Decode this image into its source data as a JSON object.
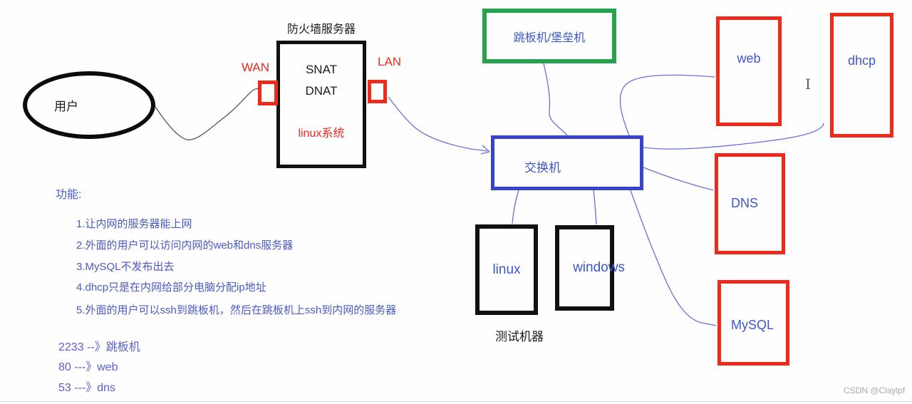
{
  "diagram": {
    "firewall": {
      "title": "防火墙服务器",
      "nat_line1": "SNAT",
      "nat_line2": "DNAT",
      "os_label": "linux系统",
      "wan_label": "WAN",
      "lan_label": "LAN"
    },
    "nodes": {
      "user": {
        "label": "用户"
      },
      "jump_server": {
        "label": "跳板机/堡垒机"
      },
      "switch": {
        "label": "交换机"
      },
      "web": {
        "label": "web"
      },
      "dhcp": {
        "label": "dhcp"
      },
      "dns": {
        "label": "DNS"
      },
      "mysql": {
        "label": "MySQL"
      },
      "linux": {
        "label": "linux"
      },
      "windows": {
        "label": "windows"
      },
      "test_machines_caption": {
        "label": "测试机器"
      }
    },
    "notes": {
      "heading": "功能:",
      "items": [
        "1.让内网的服务器能上网",
        "2.外面的用户可以访问内网的web和dns服务器",
        "3.MySQL不发布出去",
        "4.dhcp只是在内网给部分电脑分配ip地址",
        "5.外面的用户可以ssh到跳板机，然后在跳板机上ssh到内网的服务器"
      ],
      "port_mappings": [
        "2233 --》跳板机",
        "80 ---》web",
        "53 ---》dns"
      ]
    },
    "watermark": "CSDN @Claylpf",
    "colors": {
      "box_red": "#ee2a1b",
      "box_green": "#27a24f",
      "box_blue": "#3743cd",
      "text_blue": "#3c57c9",
      "wire_blue": "#6670d8",
      "wire_black": "#555555"
    }
  }
}
